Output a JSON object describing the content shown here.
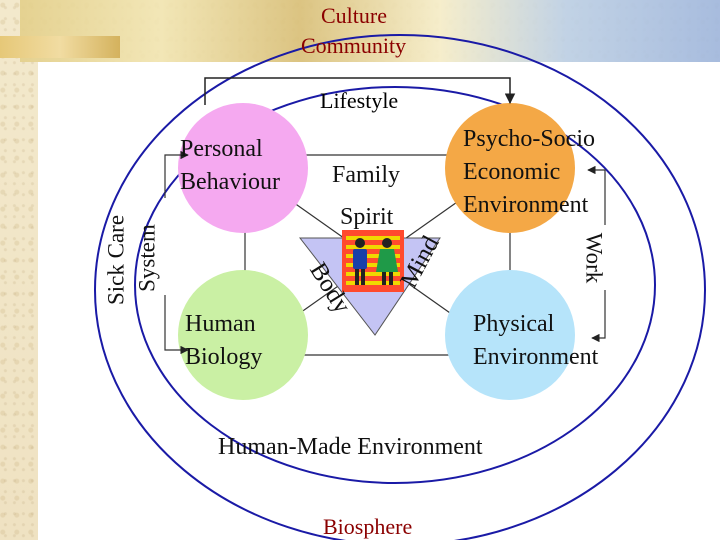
{
  "slide": {
    "title_line1": "Culture",
    "title_line2": "Community",
    "lifestyle": "Lifestyle",
    "personal_line1": "Personal",
    "personal_line2": "Behaviour",
    "family": "Family",
    "spirit": "Spirit",
    "body": "Body",
    "mind": "Mind",
    "psycho_line1": "Psycho-Socio",
    "psycho_line2": "Economic",
    "psycho_line3": "Environment",
    "work": "Work",
    "sick_care": "Sick Care",
    "system": "System",
    "human_line1": "Human",
    "human_line2": "Biology",
    "physical_line1": "Physical",
    "physical_line2": "Environment",
    "human_made": "Human-Made Environment",
    "biosphere": "Biosphere"
  },
  "colors": {
    "title": "#8b0000",
    "personal_circle": "#f5a9f0",
    "psycho_circle": "#f4a846",
    "human_circle": "#caf0a4",
    "physical_circle": "#b6e4fa",
    "center_wedge": "#c4c4f4",
    "center_square": "#ff4a2e",
    "center_stripes": "#f0d800",
    "outline": "#1a1aa6",
    "lines": "#333333"
  }
}
